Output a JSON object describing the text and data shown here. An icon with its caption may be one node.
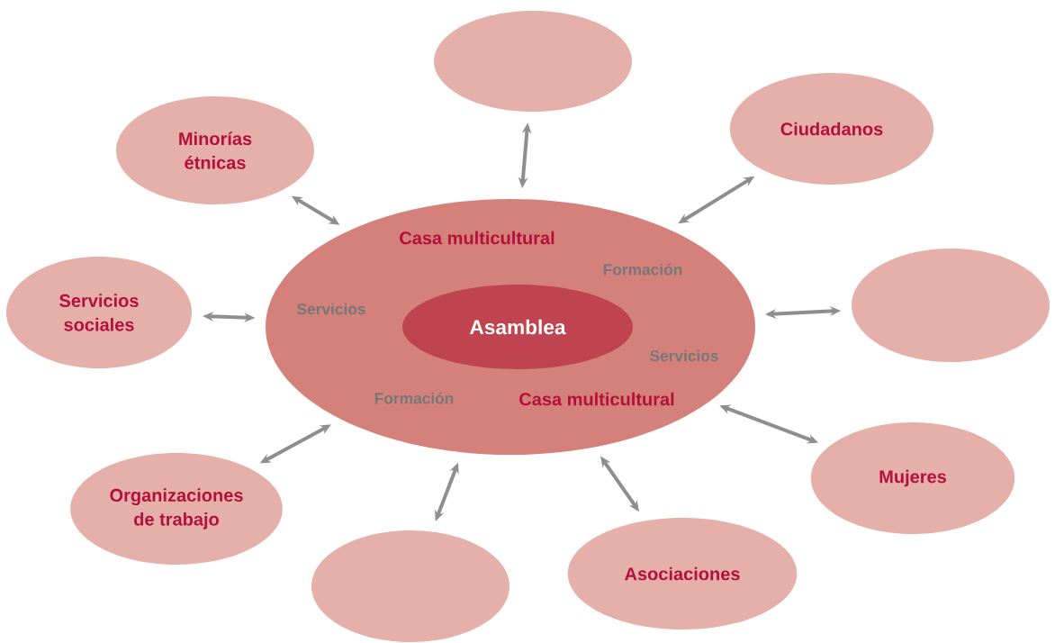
{
  "diagram": {
    "nodes": [
      {
        "text": [
          "Casa multicultural",
          "Formación",
          "Servicios",
          "Servicios",
          "Formación",
          "Casa multicultural"
        ]
      },
      {
        "text": [
          "Asamblea"
        ],
        "in": 0
      },
      {
        "text": [],
        "shape": "ellipse"
      },
      {
        "text": [
          "Minorías étnicas"
        ]
      },
      {
        "text": [
          "Ciudadanos"
        ]
      },
      {
        "text": [
          "Servicios sociales"
        ]
      },
      {
        "text": [],
        "shape": "ellipse"
      },
      {
        "text": [
          "Organizaciones de trabajo"
        ]
      },
      {
        "text": [
          "Mujeres"
        ]
      },
      {
        "text": [],
        "shape": "ellipse"
      },
      {
        "text": [
          "Asociaciones"
        ]
      }
    ],
    "edges": [
      {
        "from": 2,
        "to": 0,
        "arrow": "both"
      },
      {
        "from": 3,
        "to": 0,
        "arrow": "both"
      },
      {
        "from": 4,
        "to": 0,
        "arrow": "both"
      },
      {
        "from": 5,
        "to": 0,
        "arrow": "both"
      },
      {
        "from": 6,
        "to": 0,
        "arrow": "both"
      },
      {
        "from": 7,
        "to": 0,
        "arrow": "both"
      },
      {
        "from": 8,
        "to": 0,
        "arrow": "both"
      },
      {
        "from": 9,
        "to": 0,
        "arrow": "both"
      },
      {
        "from": 10,
        "to": 0,
        "arrow": "both"
      }
    ]
  }
}
